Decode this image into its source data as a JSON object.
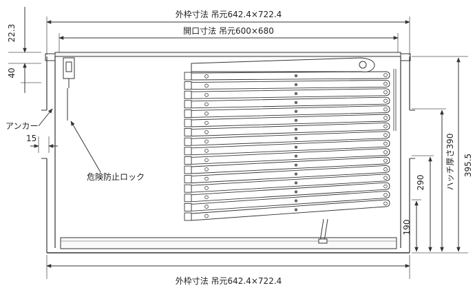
{
  "dimensions": {
    "top_outer": "外枠寸法 吊元642.4×722.4",
    "top_opening": "開口寸法 吊元600×680",
    "bottom_outer": "外枠寸法 吊元642.4×722.4",
    "left_22_3": "22.3",
    "left_40": "40",
    "left_15": "15",
    "right_190": "190",
    "right_290": "290",
    "right_390": "ハッチ厚さ390",
    "right_395_5": "395.5"
  },
  "labels": {
    "anchor": "アンカー",
    "lock": "危険防止ロック"
  },
  "colors": {
    "line": "#333333",
    "light": "#888888"
  },
  "slats": {
    "count": 16
  }
}
